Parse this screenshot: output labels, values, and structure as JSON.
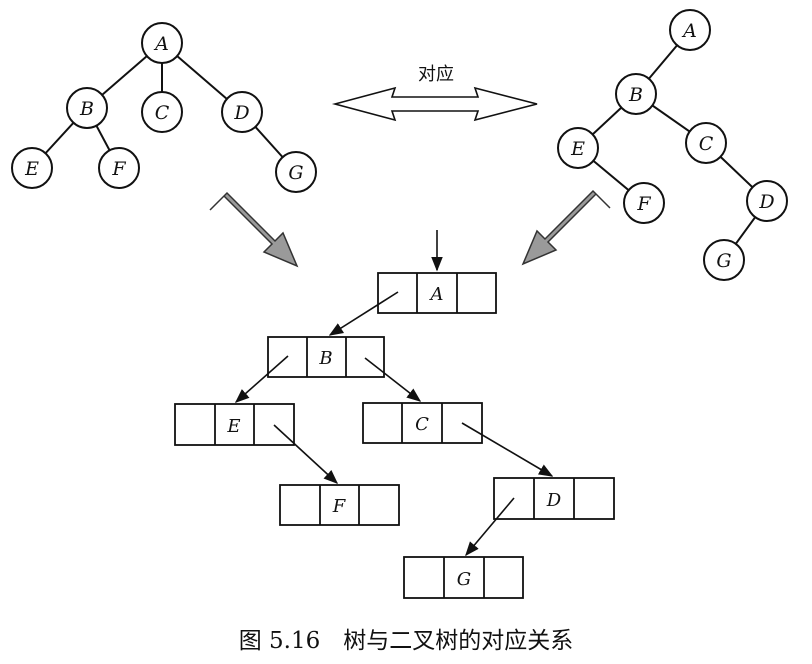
{
  "correspondence_label": "对应",
  "caption": "图 5.16　树与二叉树的对应关系",
  "tree": {
    "nodes": {
      "A": "A",
      "B": "B",
      "C": "C",
      "D": "D",
      "E": "E",
      "F": "F",
      "G": "G"
    }
  },
  "binary_tree": {
    "nodes": {
      "A": "A",
      "B": "B",
      "C": "C",
      "D": "D",
      "E": "E",
      "F": "F",
      "G": "G"
    }
  },
  "linked_storage": {
    "nodes": {
      "A": "A",
      "B": "B",
      "C": "C",
      "D": "D",
      "E": "E",
      "F": "F",
      "G": "G"
    }
  }
}
